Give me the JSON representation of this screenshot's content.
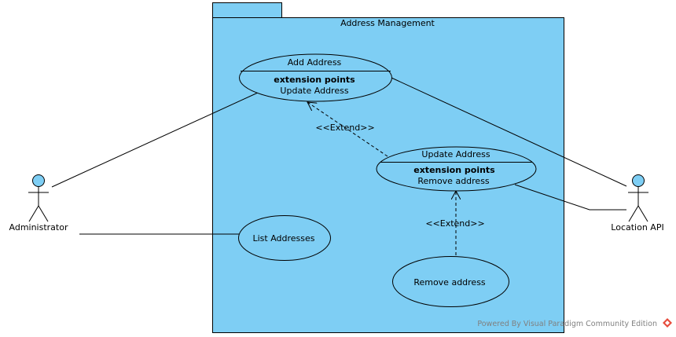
{
  "diagram": {
    "package_name": "Address Management",
    "colors": {
      "package_fill": "#7ECEF4",
      "use_case_fill": "#7ECEF4",
      "actor_head_fill": "#7ECEF4",
      "line": "#000000"
    },
    "actors": [
      {
        "id": "administrator",
        "name": "Administrator"
      },
      {
        "id": "location-api",
        "name": "Location API"
      }
    ],
    "use_cases": {
      "add_address": {
        "name": "Add Address",
        "extension_points_heading": "extension points",
        "extension_point": "Update Address"
      },
      "update_address": {
        "name": "Update Address",
        "extension_points_heading": "extension points",
        "extension_point": "Remove address"
      },
      "list_addresses": {
        "name": "List Addresses"
      },
      "remove_address": {
        "name": "Remove address"
      }
    },
    "relationships": [
      {
        "type": "association",
        "from": "Administrator",
        "to": "Add Address"
      },
      {
        "type": "association",
        "from": "Administrator",
        "to": "List Addresses"
      },
      {
        "type": "association",
        "from": "Location API",
        "to": "Add Address"
      },
      {
        "type": "association",
        "from": "Location API",
        "to": "Update Address"
      },
      {
        "type": "extend",
        "label": "<<Extend>>",
        "from": "Update Address",
        "to": "Add Address"
      },
      {
        "type": "extend",
        "label": "<<Extend>>",
        "from": "Remove address",
        "to": "Update Address"
      }
    ],
    "labels": {
      "extend_1": "<<Extend>>",
      "extend_2": "<<Extend>>"
    },
    "watermark": "Powered By Visual Paradigm Community Edition"
  }
}
